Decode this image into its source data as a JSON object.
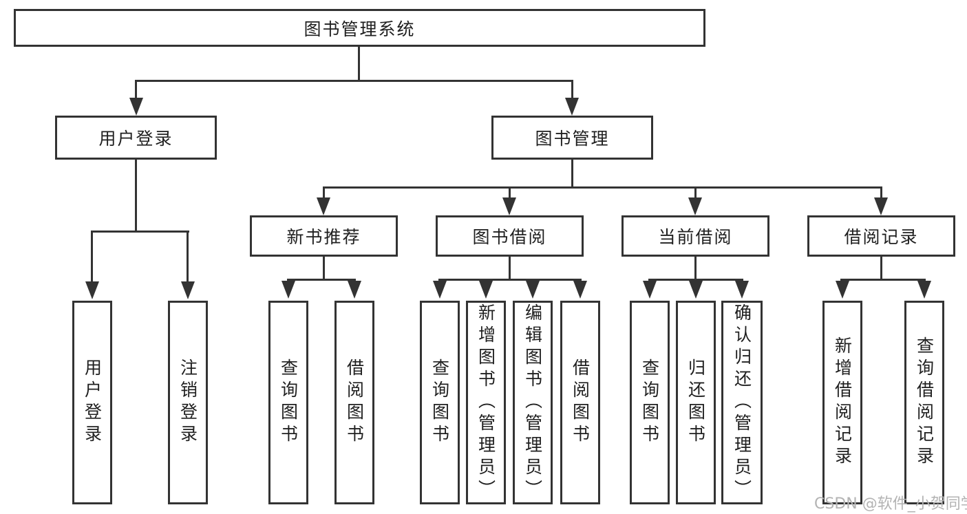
{
  "diagram": {
    "root": {
      "label": "图书管理系统"
    },
    "user_login": {
      "label": "用户登录",
      "children": [
        "用户登录",
        "注销登录"
      ]
    },
    "book_management": {
      "label": "图书管理",
      "sections": [
        {
          "label": "新书推荐",
          "children": [
            "查询图书",
            "借阅图书"
          ]
        },
        {
          "label": "图书借阅",
          "children": [
            "查询图书",
            "新增图书（管理员）",
            "编辑图书（管理员）",
            "借阅图书"
          ]
        },
        {
          "label": "当前借阅",
          "children": [
            "查询图书",
            "归还图书",
            "确认归还（管理员）"
          ]
        },
        {
          "label": "借阅记录",
          "children": [
            "新增借阅记录",
            "查询借阅记录"
          ]
        }
      ]
    },
    "watermark": "CSDN @软件_小贺同学",
    "colors": {
      "line": "#333333",
      "text": "#1f1f1f",
      "background": "#ffffff",
      "watermark": "#b3b3b3"
    }
  }
}
